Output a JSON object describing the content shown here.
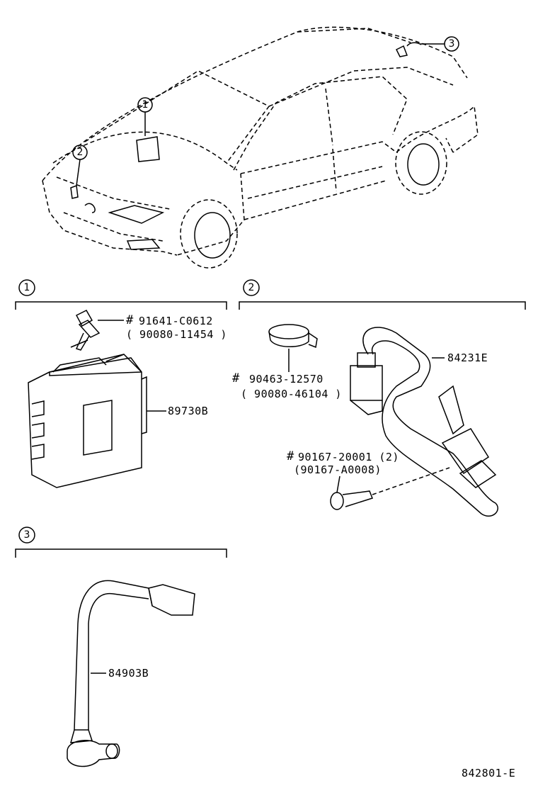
{
  "callouts": {
    "c1": "1",
    "c2": "2",
    "c3": "3"
  },
  "sections": {
    "s1": {
      "number": "1"
    },
    "s2": {
      "number": "2"
    },
    "s3": {
      "number": "3"
    }
  },
  "parts": {
    "bolt_1": {
      "hash": "#",
      "number": "91641-C0612",
      "alt": "( 90080-11454 )"
    },
    "ecu": {
      "number": "89730B"
    },
    "clamp": {
      "hash": "#",
      "number": "90463-12570",
      "alt": "( 90080-46104 )"
    },
    "harness_2": {
      "number": "84231E"
    },
    "screw_2": {
      "hash": "#",
      "number": "90167-20001 (2)",
      "alt": "(90167-A0008)"
    },
    "sensor_3": {
      "number": "84903B"
    }
  },
  "figure_code": "842801-E"
}
